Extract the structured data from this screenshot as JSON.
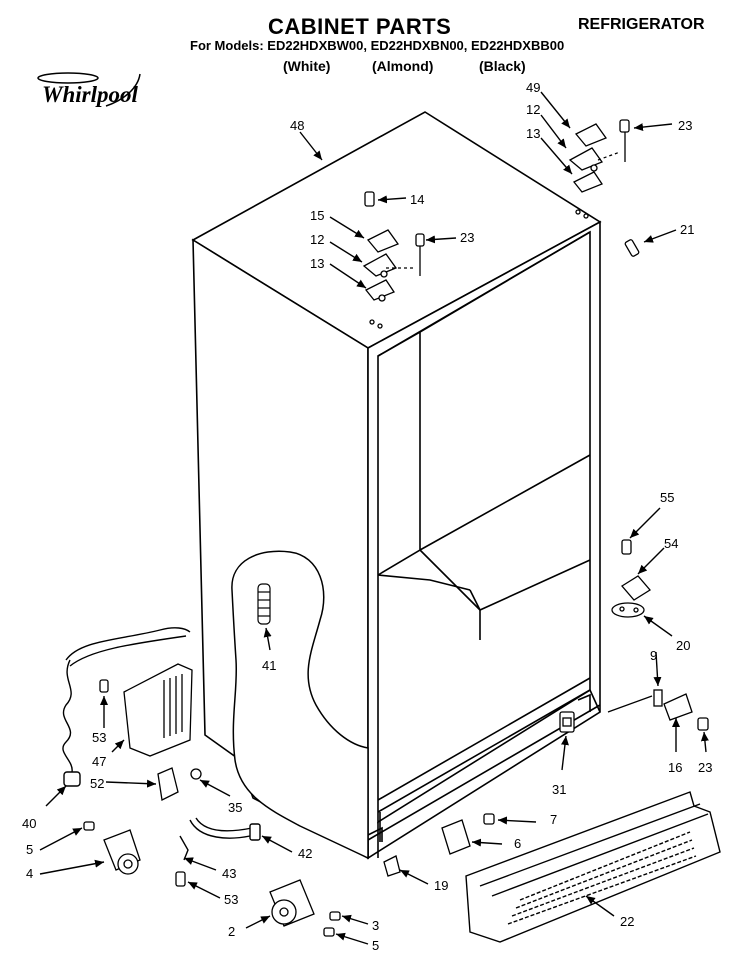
{
  "header": {
    "title": "CABINET PARTS",
    "product_type": "REFRIGERATOR",
    "models_line": "For Models: ED22HDXBW00, ED22HDXBN00, ED22HDXBB00",
    "colors": [
      "(White)",
      "(Almond)",
      "(Black)"
    ],
    "brand": "Whirlpool"
  },
  "callouts": [
    {
      "id": "c48",
      "text": "48"
    },
    {
      "id": "c49",
      "text": "49"
    },
    {
      "id": "c12a",
      "text": "12"
    },
    {
      "id": "c13a",
      "text": "13"
    },
    {
      "id": "c23a",
      "text": "23"
    },
    {
      "id": "c14",
      "text": "14"
    },
    {
      "id": "c15",
      "text": "15"
    },
    {
      "id": "c12b",
      "text": "12"
    },
    {
      "id": "c23b",
      "text": "23"
    },
    {
      "id": "c13b",
      "text": "13"
    },
    {
      "id": "c21",
      "text": "21"
    },
    {
      "id": "c55",
      "text": "55"
    },
    {
      "id": "c54",
      "text": "54"
    },
    {
      "id": "c20",
      "text": "20"
    },
    {
      "id": "c9",
      "text": "9"
    },
    {
      "id": "c41",
      "text": "41"
    },
    {
      "id": "c53a",
      "text": "53"
    },
    {
      "id": "c47",
      "text": "47"
    },
    {
      "id": "c52",
      "text": "52"
    },
    {
      "id": "c40",
      "text": "40"
    },
    {
      "id": "c35",
      "text": "35"
    },
    {
      "id": "c31",
      "text": "31"
    },
    {
      "id": "c16",
      "text": "16"
    },
    {
      "id": "c23c",
      "text": "23"
    },
    {
      "id": "c7",
      "text": "7"
    },
    {
      "id": "c6",
      "text": "6"
    },
    {
      "id": "c5a",
      "text": "5"
    },
    {
      "id": "c4",
      "text": "4"
    },
    {
      "id": "c42",
      "text": "42"
    },
    {
      "id": "c43",
      "text": "43"
    },
    {
      "id": "c19",
      "text": "19"
    },
    {
      "id": "c53b",
      "text": "53"
    },
    {
      "id": "c22",
      "text": "22"
    },
    {
      "id": "c3",
      "text": "3"
    },
    {
      "id": "c2",
      "text": "2"
    },
    {
      "id": "c5b",
      "text": "5"
    }
  ]
}
